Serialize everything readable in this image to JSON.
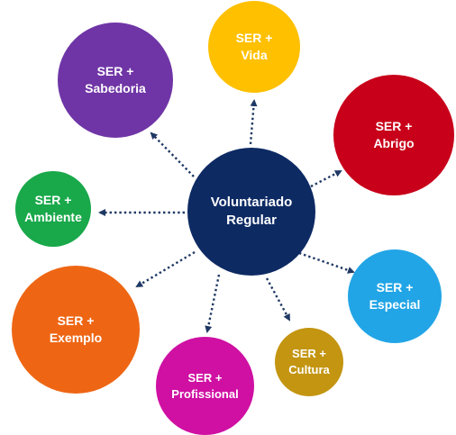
{
  "center": {
    "line1": "Voluntariado",
    "line2": "Regular",
    "color": "#0d2a63"
  },
  "nodes": {
    "sabedoria": {
      "line1": "SER +",
      "line2": "Sabedoria",
      "color": "#6f35a6"
    },
    "vida": {
      "line1": "SER +",
      "line2": "Vida",
      "color": "#ffc000"
    },
    "abrigo": {
      "line1": "SER +",
      "line2": "Abrigo",
      "color": "#c8001a"
    },
    "ambiente": {
      "line1": "SER +",
      "line2": "Ambiente",
      "color": "#19a84a"
    },
    "especial": {
      "line1": "SER +",
      "line2": "Especial",
      "color": "#22a5e6"
    },
    "exemplo": {
      "line1": "SER +",
      "line2": "Exemplo",
      "color": "#ee6614"
    },
    "profissional": {
      "line1": "SER +",
      "line2": "Profissional",
      "color": "#cf10a3"
    },
    "cultura": {
      "line1": "SER +",
      "line2": "Cultura",
      "color": "#c39511"
    }
  },
  "arrow_color": "#1f3864"
}
